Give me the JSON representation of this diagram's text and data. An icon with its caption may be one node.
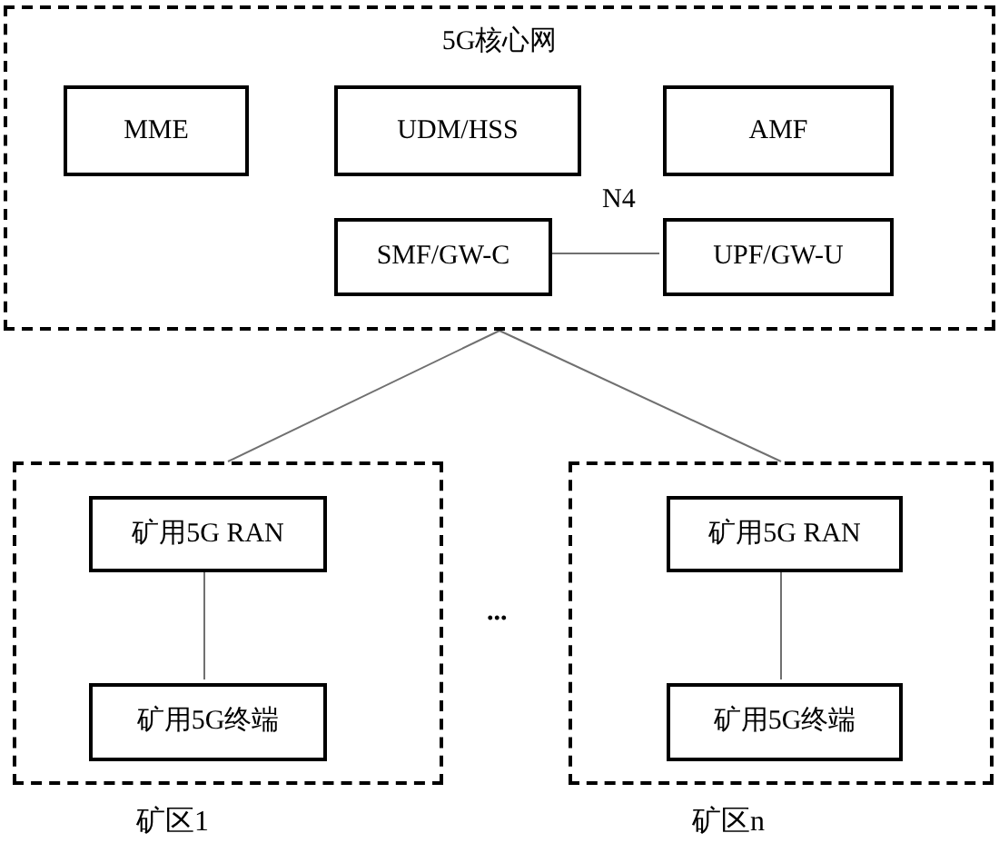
{
  "diagram": {
    "nodes": [
      {
        "text": [
          "5G核心网"
        ]
      },
      {
        "text": [
          "MME"
        ],
        "in": 0
      },
      {
        "text": [
          "UDM/HSS"
        ],
        "in": 0
      },
      {
        "text": [
          "AMF"
        ],
        "in": 0
      },
      {
        "text": [
          "SMF/GW-C"
        ],
        "in": 0
      },
      {
        "text": [
          "UPF/GW-U"
        ],
        "in": 0
      },
      {
        "text": [
          "矿区1"
        ]
      },
      {
        "text": [
          "矿用5G RAN"
        ],
        "in": 6
      },
      {
        "text": [
          "矿用5G终端"
        ],
        "in": 6
      },
      {
        "text": [
          "矿区n"
        ]
      },
      {
        "text": [
          "矿用5G RAN"
        ],
        "in": 9
      },
      {
        "text": [
          "矿用5G终端"
        ],
        "in": 9
      }
    ],
    "edges": [
      {
        "from": 4,
        "to": 5,
        "arrow": "none",
        "label": "N4"
      },
      {
        "from": 0,
        "to": 6,
        "arrow": "none"
      },
      {
        "from": 0,
        "to": 9,
        "arrow": "none"
      },
      {
        "from": 7,
        "to": 8,
        "arrow": "none"
      },
      {
        "from": 10,
        "to": 11,
        "arrow": "none"
      }
    ],
    "labels": [
      "..."
    ]
  }
}
